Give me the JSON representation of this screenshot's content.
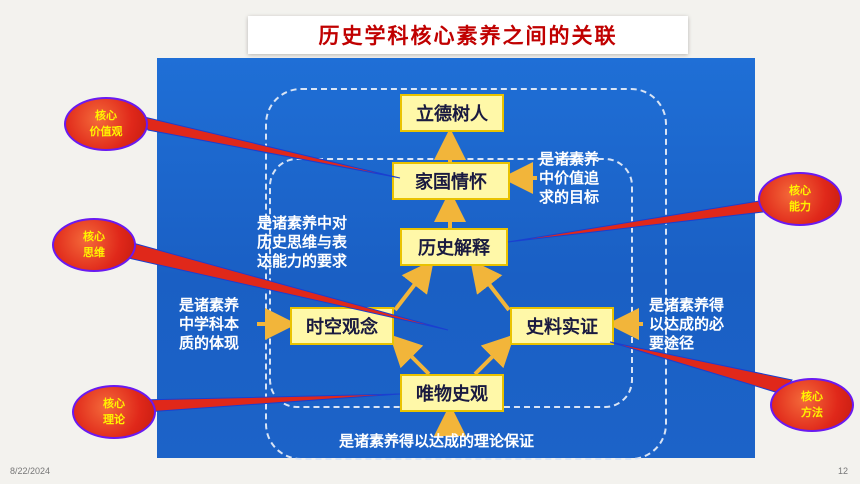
{
  "title": "历史学科核心素养之间的关联",
  "boxes": {
    "lideshuren": "立德树人",
    "jiaguo": "家国情怀",
    "lishi_jieshi": "历史解释",
    "shikong": "时空观念",
    "shiliao": "史料实证",
    "weiwu": "唯物史观"
  },
  "notes": {
    "jiaguo_note": [
      "是诸素养",
      "中价值追",
      "求的目标"
    ],
    "jieshi_note": [
      "是诸素养中对",
      "历史思维与表",
      "达能力的要求"
    ],
    "shikong_note": [
      "是诸素养",
      "中学科本",
      "质的体现"
    ],
    "shiliao_note": [
      "是诸素养得",
      "以达成的必",
      "要途径"
    ],
    "weiwu_note": "是诸素养得以达成的理论保证"
  },
  "callouts": {
    "value": [
      "核心",
      "价值观"
    ],
    "thinking": [
      "核心",
      "思维"
    ],
    "theory": [
      "核心",
      "理论"
    ],
    "ability": [
      "核心",
      "能力"
    ],
    "method": [
      "核心",
      "方法"
    ]
  },
  "footer": {
    "date": "8/22/2024",
    "page": "12"
  },
  "colors": {
    "title": "#c00000",
    "panel": "#1f6fd6",
    "box": "#fff8a8",
    "oval": "#e0281a",
    "arrow": "#f2b53a"
  }
}
